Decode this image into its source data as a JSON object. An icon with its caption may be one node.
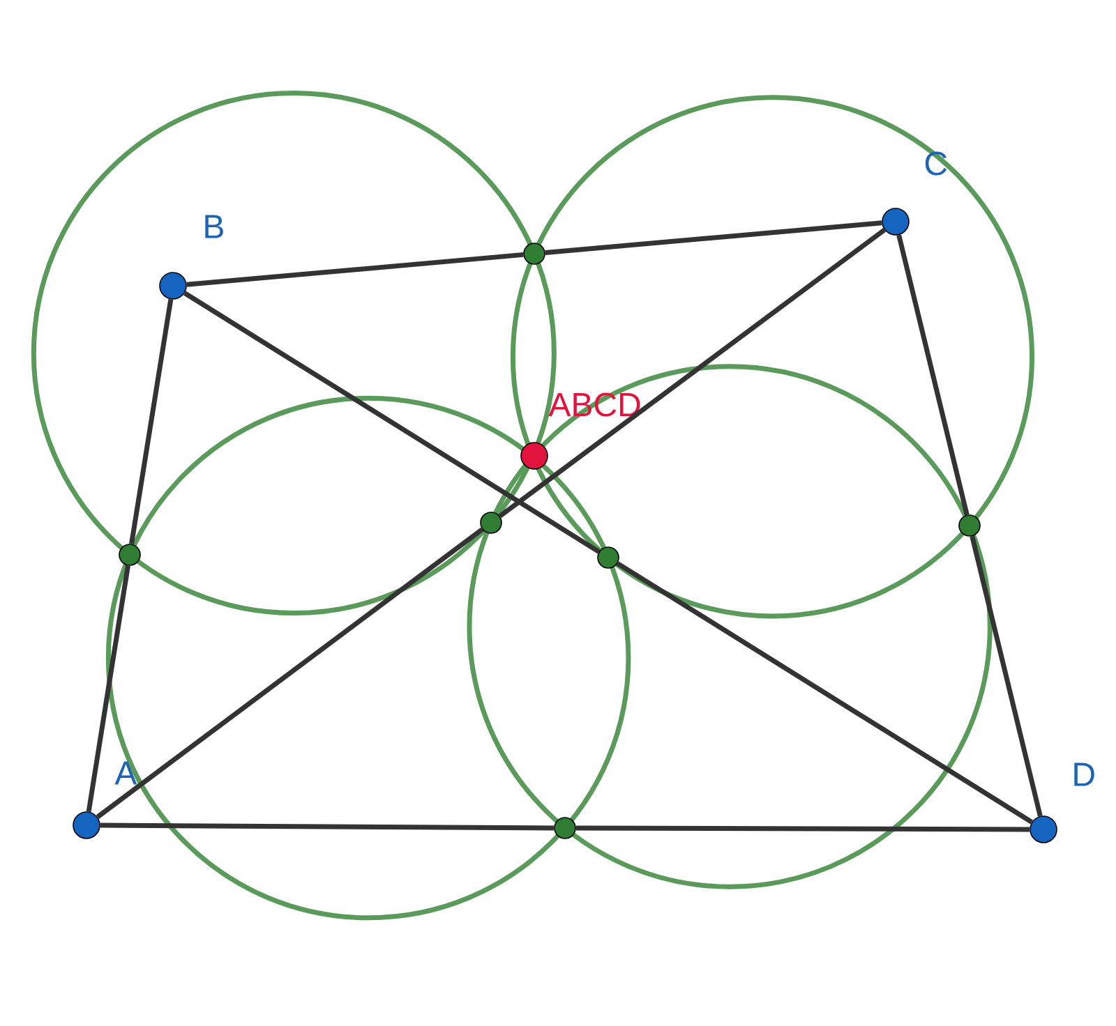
{
  "diagram": {
    "nodes": [
      {
        "text": [
          "A"
        ]
      },
      {
        "text": [
          "B"
        ]
      },
      {
        "text": [
          "C"
        ]
      },
      {
        "text": [
          "D"
        ]
      },
      {
        "text": [
          "ABCD"
        ]
      },
      {
        "text": [],
        "shape": "circle"
      },
      {
        "text": [],
        "shape": "circle"
      },
      {
        "text": [],
        "shape": "circle"
      },
      {
        "text": [],
        "shape": "circle"
      },
      {
        "text": [],
        "shape": "circle"
      },
      {
        "text": [],
        "shape": "circle"
      }
    ],
    "edges": [
      {
        "from": 0,
        "to": 5,
        "arrow": "none"
      },
      {
        "from": 5,
        "to": 1,
        "arrow": "none"
      },
      {
        "from": 1,
        "to": 6,
        "arrow": "none"
      },
      {
        "from": 6,
        "to": 2,
        "arrow": "none"
      },
      {
        "from": 2,
        "to": 7,
        "arrow": "none"
      },
      {
        "from": 7,
        "to": 3,
        "arrow": "none"
      },
      {
        "from": 3,
        "to": 8,
        "arrow": "none"
      },
      {
        "from": 8,
        "to": 0,
        "arrow": "none"
      },
      {
        "from": 0,
        "to": 9,
        "arrow": "none"
      },
      {
        "from": 9,
        "to": 2,
        "arrow": "none"
      },
      {
        "from": 1,
        "to": 10,
        "arrow": "none"
      },
      {
        "from": 10,
        "to": 3,
        "arrow": "none"
      }
    ]
  }
}
